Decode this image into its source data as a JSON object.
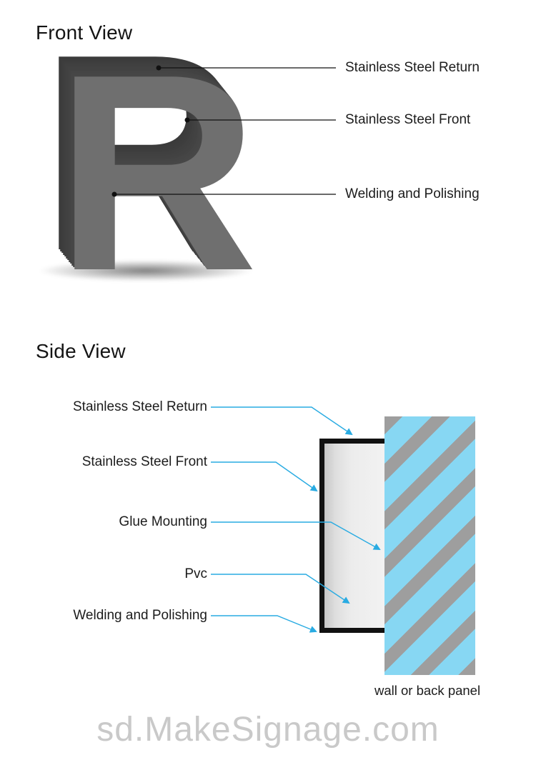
{
  "front_view": {
    "title": "Front View",
    "letter": "R",
    "callouts": [
      {
        "label": "Stainless Steel Return"
      },
      {
        "label": "Stainless Steel Front"
      },
      {
        "label": "Welding and Polishing"
      }
    ]
  },
  "side_view": {
    "title": "Side View",
    "callouts": [
      {
        "label": "Stainless Steel Return"
      },
      {
        "label": "Stainless Steel Front"
      },
      {
        "label": "Glue Mounting"
      },
      {
        "label": "Pvc"
      },
      {
        "label": "Welding and Polishing"
      }
    ],
    "wall_label": "wall or back panel"
  },
  "watermark": "sd.MakeSignage.com",
  "colors": {
    "callout_line_blue": "#29abe2",
    "letter_front_gray": "#6f6f6f",
    "letter_return_gray": "#3e3e3e",
    "wall_blue": "#87d7f3",
    "wall_stripe_gray": "#9e9e9e",
    "outline_black": "#111111"
  }
}
